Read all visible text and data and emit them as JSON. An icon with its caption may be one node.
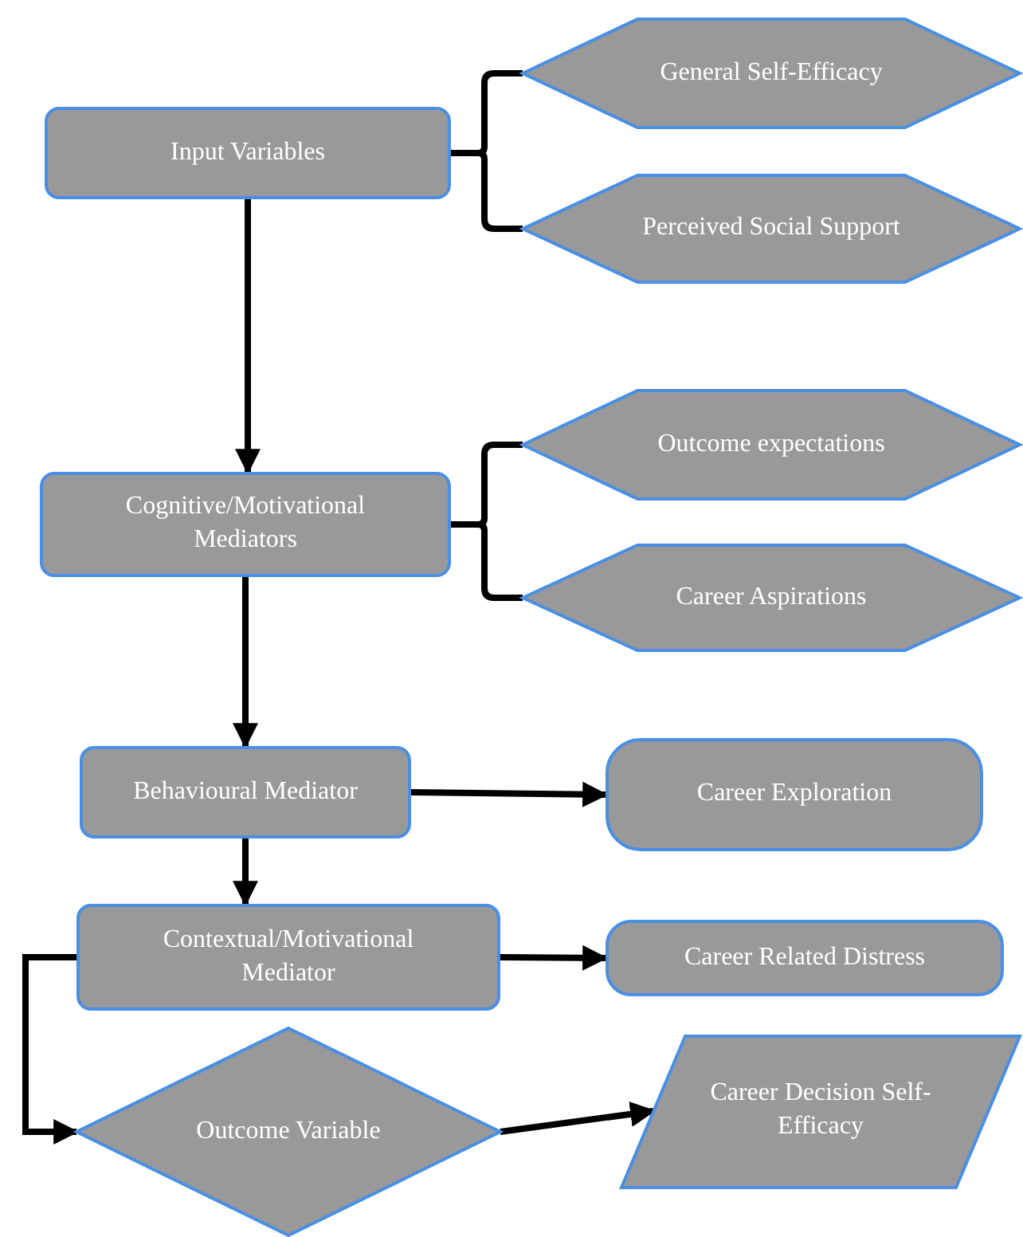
{
  "diagram": {
    "nodes": [
      {
        "text": [
          "Input Variables"
        ]
      },
      {
        "text": [
          "General Self-Efficacy"
        ]
      },
      {
        "text": [
          "Perceived Social Support"
        ]
      },
      {
        "text": [
          "Cognitive/Motivational Mediators"
        ]
      },
      {
        "text": [
          "Outcome expectations"
        ]
      },
      {
        "text": [
          "Career Aspirations"
        ]
      },
      {
        "text": [
          "Behavioural Mediator"
        ]
      },
      {
        "text": [
          "Career Exploration"
        ]
      },
      {
        "text": [
          "Contextual/Motivational Mediator"
        ]
      },
      {
        "text": [
          "Career Related Distress"
        ]
      },
      {
        "text": [
          "Outcome Variable"
        ]
      },
      {
        "text": [
          "Career Decision Self-Efficacy"
        ]
      }
    ],
    "edges": [
      {
        "from": 0,
        "to": 1,
        "arrow": "none"
      },
      {
        "from": 0,
        "to": 2,
        "arrow": "none"
      },
      {
        "from": 0,
        "to": 3,
        "arrow": "to"
      },
      {
        "from": 3,
        "to": 4,
        "arrow": "none"
      },
      {
        "from": 3,
        "to": 5,
        "arrow": "none"
      },
      {
        "from": 3,
        "to": 6,
        "arrow": "to"
      },
      {
        "from": 6,
        "to": 7,
        "arrow": "to"
      },
      {
        "from": 6,
        "to": 8,
        "arrow": "to"
      },
      {
        "from": 8,
        "to": 9,
        "arrow": "to"
      },
      {
        "from": 8,
        "to": 10,
        "arrow": "to"
      },
      {
        "from": 10,
        "to": 11,
        "arrow": "to"
      }
    ]
  }
}
